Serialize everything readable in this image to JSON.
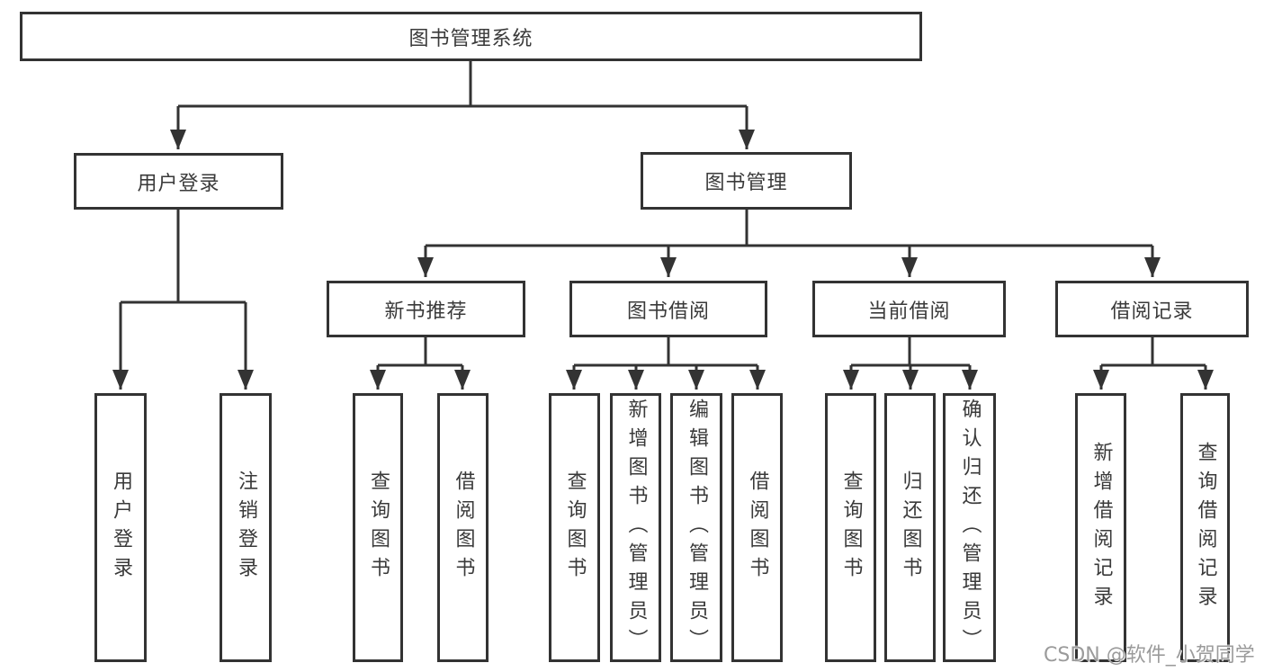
{
  "diagram": {
    "root": {
      "label": "图书管理系统"
    },
    "level2": [
      {
        "label": "用户登录"
      },
      {
        "label": "图书管理"
      }
    ],
    "level3": [
      {
        "label": "新书推荐"
      },
      {
        "label": "图书借阅"
      },
      {
        "label": "当前借阅"
      },
      {
        "label": "借阅记录"
      }
    ],
    "leaves": {
      "user_login": [
        {
          "label": "用户登录"
        },
        {
          "label": "注销登录"
        }
      ],
      "new_book": [
        {
          "label": "查询图书"
        },
        {
          "label": "借阅图书"
        }
      ],
      "book_borrow": [
        {
          "label": "查询图书"
        },
        {
          "label": "新增图书（管理员）"
        },
        {
          "label": "编辑图书（管理员）"
        },
        {
          "label": "借阅图书"
        }
      ],
      "current_borrow": [
        {
          "label": "查询图书"
        },
        {
          "label": "归还图书"
        },
        {
          "label": "确认归还（管理员）"
        }
      ],
      "borrow_record": [
        {
          "label": "新增借阅记录"
        },
        {
          "label": "查询借阅记录"
        }
      ]
    },
    "watermark": "CSDN @软件_小贺同学",
    "colors": {
      "line": "#333333",
      "text": "#3a3a3a",
      "background": "#ffffff",
      "watermark": "#9b9b9b"
    }
  }
}
